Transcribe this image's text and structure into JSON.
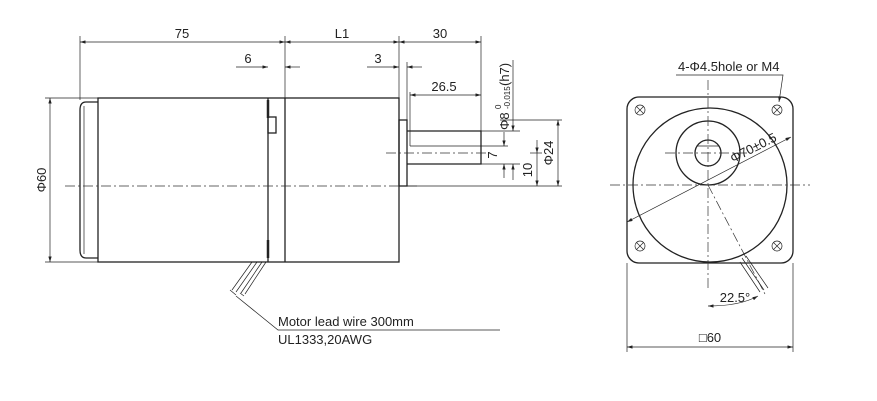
{
  "side_view": {
    "dim_total_body": "75",
    "dim_gearbox": "L1",
    "dim_shaft_length": "30",
    "dim_step_6": "6",
    "dim_step_3": "3",
    "dim_shaft_flat": "26.5",
    "dim_shaft_diameter": "Φ8",
    "dim_shaft_tolerance": "-0.015",
    "dim_shaft_tolerance_upper": "0",
    "dim_shaft_fit": "(h7)",
    "dim_flat_depth": "7",
    "dim_shaft_offset": "10",
    "dim_boss_diameter": "Φ24",
    "dim_body_diameter": "Φ60",
    "lead_wire_label": "Motor lead wire 300mm",
    "lead_wire_spec": "UL1333,20AWG"
  },
  "front_view": {
    "hole_label": "4-Φ4.5hole or M4",
    "pcd_label": "Φ70±0.5",
    "wire_angle": "22.5°",
    "square_size": "□60"
  }
}
